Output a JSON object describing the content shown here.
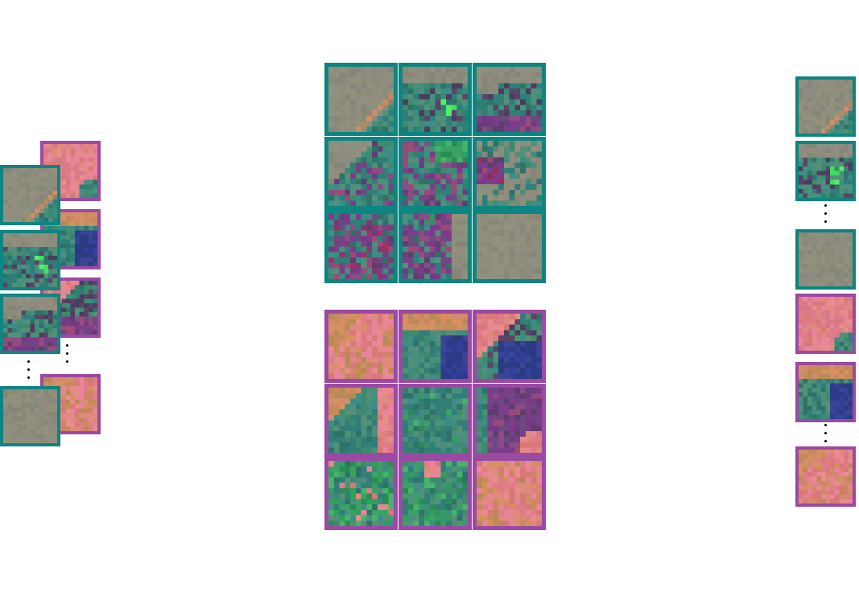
{
  "colors": {
    "teal_frame": "#0d8580",
    "purple_frame": "#9b4aa3",
    "background": "#ffffff"
  },
  "palettes": {
    "grey": [
      "#8f8f7c",
      "#8a8a7a",
      "#94907e",
      "#868678",
      "#908a80",
      "#8c8f7f"
    ],
    "teal": [
      "#3c8d83",
      "#337e76",
      "#4a8f7c",
      "#2f7e7a",
      "#3f8a6f",
      "#549079",
      "#2e7268"
    ],
    "purple": [
      "#7a3f88",
      "#6d3c7f",
      "#8b4b84",
      "#5f3e6e",
      "#9b4a78",
      "#7d3a8a",
      "#6a4a7f"
    ],
    "pink": [
      "#e07c88",
      "#e8859a",
      "#d97878",
      "#ea8c8f",
      "#df8a7f"
    ],
    "orange": [
      "#c98a5a",
      "#d08c6b",
      "#b98a54",
      "#d79060"
    ],
    "navy": [
      "#2e3a8a",
      "#33409a",
      "#2a3b7e",
      "#3a4595"
    ],
    "green": [
      "#2fa05a",
      "#3aa167",
      "#2c8a55",
      "#46b36a"
    ],
    "neon": [
      "#3fe060",
      "#52f06a"
    ],
    "dark": [
      "#4b3d5e",
      "#5a4468"
    ]
  },
  "diagram": {
    "left_stack": {
      "front_tiles": [
        "grey-diag",
        "teal-neon",
        "teal-dark",
        "grey"
      ],
      "back_tiles": [
        "pink-diag-teal",
        "navy-teal",
        "pink-purple",
        "pink-orange"
      ]
    },
    "center_top_grid": {
      "tiles": [
        "grey-diag",
        "teal-neon",
        "teal-dark",
        "teal-grey",
        "purple-teal",
        "purple-grey",
        "purple-mix",
        "purple-mix-2",
        "grey"
      ]
    },
    "center_bottom_grid": {
      "tiles": [
        "pink-orange",
        "teal-navy",
        "pink-navy",
        "orange-teal",
        "teal-plain",
        "purple-pink",
        "teal-green",
        "green-teal",
        "pink-orange-diag"
      ]
    },
    "right_column": {
      "tiles": [
        "grey-diag",
        "teal-neon",
        "grey",
        "pink-diag-teal",
        "navy-teal",
        "pink-orange"
      ]
    }
  }
}
